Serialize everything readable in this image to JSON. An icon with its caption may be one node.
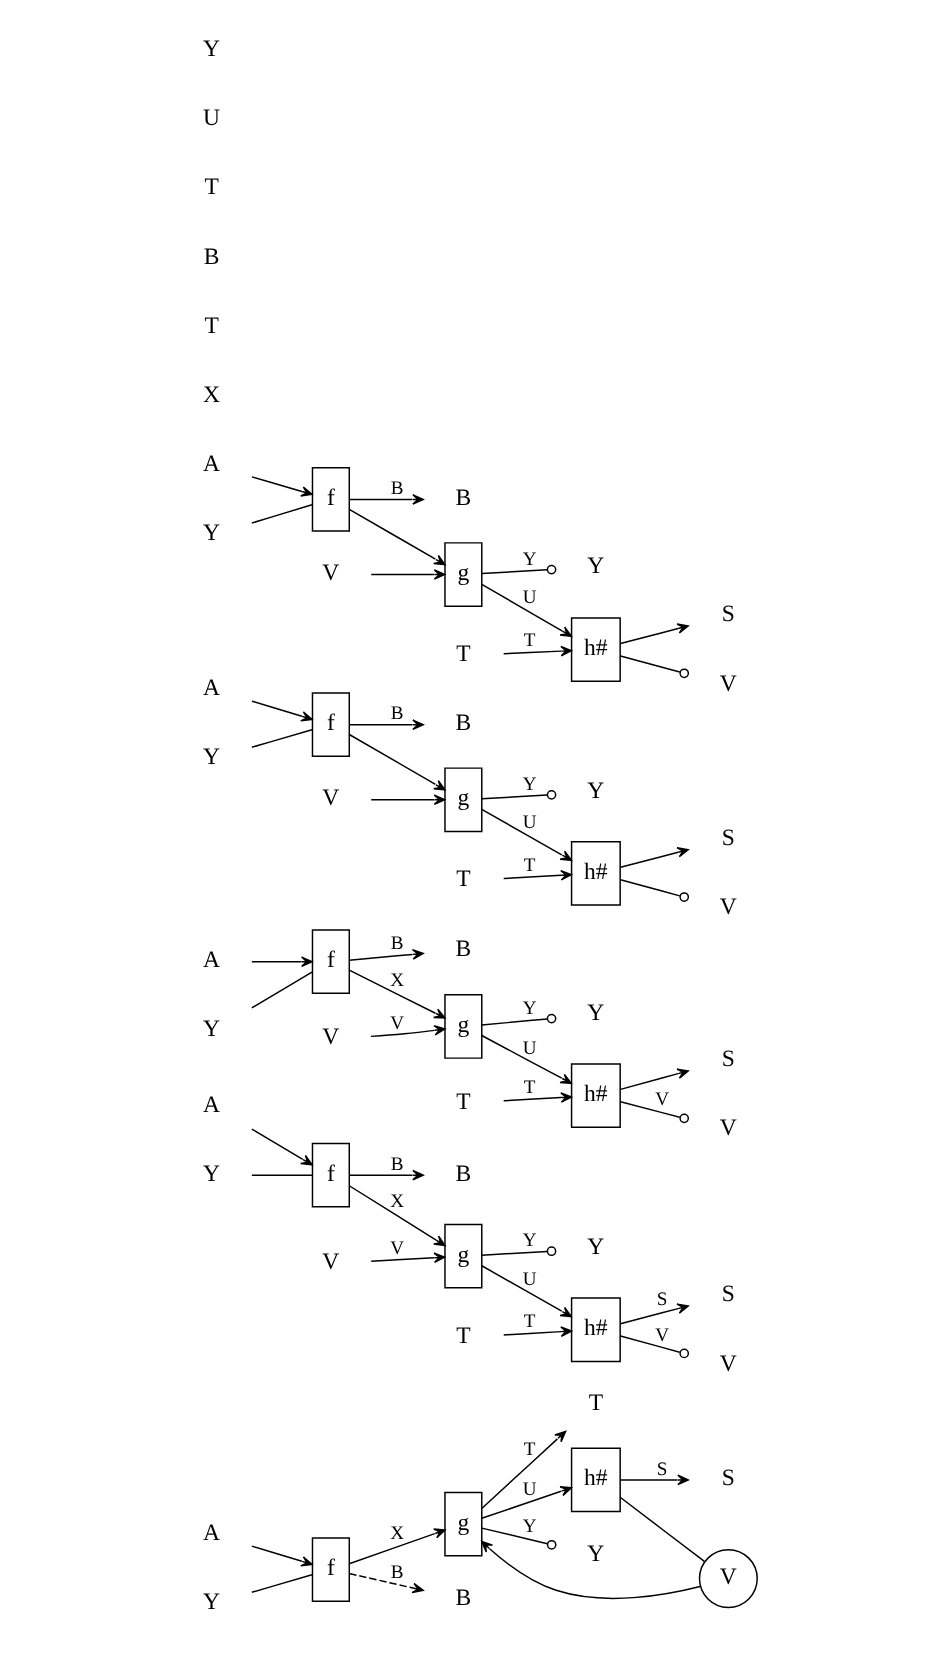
{
  "diagram": {
    "nodes": [
      {
        "text": [
          "A"
        ]
      },
      {
        "text": [
          "T"
        ]
      },
      {
        "text": [
          "Y"
        ]
      },
      {
        "text": [
          "f"
        ]
      },
      {
        "text": [
          "g"
        ]
      },
      {
        "text": [
          "h#"
        ]
      },
      {
        "text": [
          "V"
        ]
      },
      {
        "text": [
          "B"
        ]
      },
      {
        "text": [
          "S"
        ]
      },
      {
        "text": [
          "Y"
        ]
      },
      {
        "text": [
          "A"
        ]
      },
      {
        "text": [
          "T"
        ]
      },
      {
        "text": [
          "Y"
        ]
      },
      {
        "text": [
          "V"
        ]
      },
      {
        "text": [
          "f"
        ]
      },
      {
        "text": [
          "g"
        ]
      },
      {
        "text": [
          "h#"
        ]
      },
      {
        "text": [
          "B"
        ]
      },
      {
        "text": [
          "S"
        ]
      },
      {
        "text": [
          "Y"
        ]
      },
      {
        "text": [
          "V"
        ]
      },
      {
        "text": [
          "A"
        ]
      },
      {
        "text": [
          "T"
        ]
      },
      {
        "text": [
          "V"
        ]
      },
      {
        "text": [
          "Y"
        ]
      },
      {
        "text": [
          "f"
        ]
      },
      {
        "text": [
          "g"
        ]
      },
      {
        "text": [
          "h#"
        ]
      },
      {
        "text": [
          "B"
        ]
      },
      {
        "text": [
          "S"
        ]
      },
      {
        "text": [
          "V"
        ]
      },
      {
        "text": [
          "Y"
        ]
      },
      {
        "text": [
          "A"
        ]
      },
      {
        "text": [
          "T"
        ]
      },
      {
        "text": [
          "V"
        ]
      },
      {
        "text": [
          "Y"
        ]
      },
      {
        "text": [
          "f"
        ]
      },
      {
        "text": [
          "g"
        ]
      },
      {
        "text": [
          "h#"
        ]
      },
      {
        "text": [
          "B"
        ]
      },
      {
        "text": [
          "S"
        ]
      },
      {
        "text": [
          "V"
        ]
      },
      {
        "text": [
          "Y"
        ]
      },
      {
        "text": [
          "A"
        ]
      },
      {
        "text": [
          "T"
        ]
      },
      {
        "text": [
          "V"
        ]
      },
      {
        "text": [
          "Y"
        ]
      },
      {
        "text": [
          "f"
        ]
      },
      {
        "text": [
          "g"
        ]
      },
      {
        "text": [
          "h#"
        ]
      },
      {
        "text": [
          "B"
        ]
      },
      {
        "text": [
          "S"
        ]
      },
      {
        "text": [
          "V"
        ]
      },
      {
        "text": [
          "Y"
        ]
      }
    ],
    "edges": [
      {
        "from": 0,
        "to": 3,
        "arrow": "to"
      },
      {
        "from": 2,
        "to": 3,
        "arrow": "none"
      },
      {
        "from": 3,
        "to": 7,
        "label": "B",
        "arrow": "to",
        "style": "dashed"
      },
      {
        "from": 3,
        "to": 4,
        "label": "X",
        "arrow": "to"
      },
      {
        "from": 4,
        "to": 1,
        "label": "T",
        "arrow": "to"
      },
      {
        "from": 4,
        "to": 5,
        "label": "U",
        "arrow": "to"
      },
      {
        "from": 5,
        "to": 8,
        "label": "S",
        "arrow": "to"
      },
      {
        "from": 4,
        "to": 9,
        "label": "Y",
        "arrow": "other"
      },
      {
        "from": 5,
        "to": 6,
        "arrow": "none"
      },
      {
        "from": 6,
        "to": 4,
        "arrow": "to"
      },
      {
        "from": 10,
        "to": 14,
        "arrow": "to"
      },
      {
        "from": 12,
        "to": 14,
        "arrow": "none"
      },
      {
        "from": 11,
        "to": 16,
        "label": "T",
        "arrow": "to"
      },
      {
        "from": 13,
        "to": 15,
        "label": "V",
        "arrow": "to"
      },
      {
        "from": 14,
        "to": 17,
        "label": "B",
        "arrow": "to"
      },
      {
        "from": 14,
        "to": 15,
        "label": "X",
        "arrow": "to"
      },
      {
        "from": 15,
        "to": 16,
        "label": "U",
        "arrow": "to"
      },
      {
        "from": 15,
        "to": 19,
        "label": "Y",
        "arrow": "other"
      },
      {
        "from": 16,
        "to": 18,
        "label": "S",
        "arrow": "to"
      },
      {
        "from": 16,
        "to": 20,
        "label": "V",
        "arrow": "other"
      },
      {
        "from": 21,
        "to": 25,
        "arrow": "to"
      },
      {
        "from": 24,
        "to": 25,
        "arrow": "none"
      },
      {
        "from": 22,
        "to": 27,
        "label": "T",
        "arrow": "to"
      },
      {
        "from": 23,
        "to": 26,
        "label": "V",
        "arrow": "to"
      },
      {
        "from": 25,
        "to": 28,
        "label": "B",
        "arrow": "to"
      },
      {
        "from": 25,
        "to": 26,
        "label": "X",
        "arrow": "to"
      },
      {
        "from": 26,
        "to": 27,
        "label": "U",
        "arrow": "to"
      },
      {
        "from": 26,
        "to": 31,
        "label": "Y",
        "arrow": "other"
      },
      {
        "from": 27,
        "to": 29,
        "arrow": "to"
      },
      {
        "from": 27,
        "to": 30,
        "label": "V",
        "arrow": "other"
      },
      {
        "from": 32,
        "to": 36,
        "arrow": "to"
      },
      {
        "from": 35,
        "to": 36,
        "arrow": "none"
      },
      {
        "from": 33,
        "to": 38,
        "label": "T",
        "arrow": "to"
      },
      {
        "from": 34,
        "to": 37,
        "arrow": "to"
      },
      {
        "from": 36,
        "to": 39,
        "label": "B",
        "arrow": "to"
      },
      {
        "from": 36,
        "to": 37,
        "arrow": "to"
      },
      {
        "from": 37,
        "to": 38,
        "label": "U",
        "arrow": "to"
      },
      {
        "from": 37,
        "to": 42,
        "label": "Y",
        "arrow": "other"
      },
      {
        "from": 38,
        "to": 40,
        "arrow": "to"
      },
      {
        "from": 38,
        "to": 41,
        "arrow": "other"
      },
      {
        "from": 43,
        "to": 47,
        "arrow": "to"
      },
      {
        "from": 46,
        "to": 47,
        "arrow": "none"
      },
      {
        "from": 44,
        "to": 49,
        "label": "T",
        "arrow": "to"
      },
      {
        "from": 45,
        "to": 48,
        "arrow": "to"
      },
      {
        "from": 47,
        "to": 50,
        "label": "B",
        "arrow": "to"
      },
      {
        "from": 47,
        "to": 48,
        "arrow": "to"
      },
      {
        "from": 48,
        "to": 49,
        "label": "U",
        "arrow": "to"
      },
      {
        "from": 48,
        "to": 53,
        "label": "Y",
        "arrow": "other"
      },
      {
        "from": 49,
        "to": 51,
        "arrow": "to"
      },
      {
        "from": 49,
        "to": 52,
        "arrow": "other"
      }
    ],
    "labels": [
      "X",
      "T",
      "B",
      "T",
      "U",
      "Y"
    ]
  }
}
